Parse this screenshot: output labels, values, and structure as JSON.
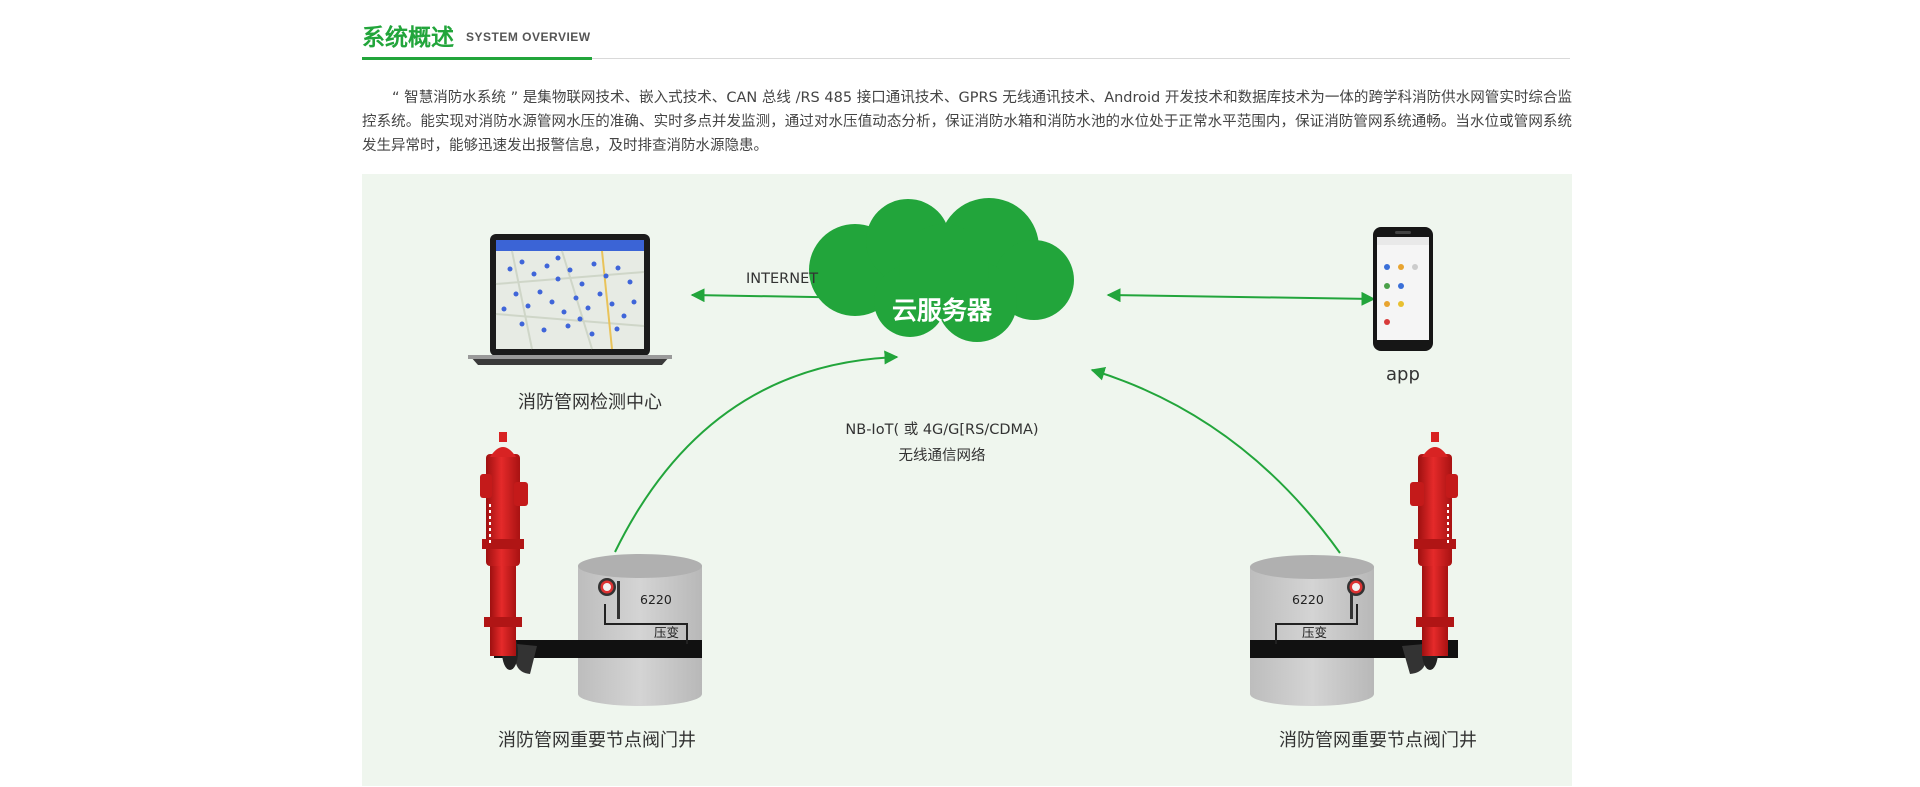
{
  "header": {
    "title": "系统概述",
    "subtitle": "SYSTEM OVERVIEW"
  },
  "intro": {
    "text": "“ 智慧消防水系统 ” 是集物联网技术、嵌入式技术、CAN 总线 /RS 485 接口通讯技术、GPRS 无线通讯技术、Android 开发技术和数据库技术为一体的跨学科消防供水网管实时综合监控系统。能实现对消防水源管网水压的准确、实时多点并发监测，通过对水压值动态分析，保证消防水箱和消防水池的水位处于正常水平范围内，保证消防管网系统通畅。当水位或管网系统发生异常时，能够迅速发出报警信息，及时排查消防水源隐患。"
  },
  "diagram": {
    "cloud_label": "云服务器",
    "internet_label": "INTERNET",
    "monitor_center_label": "消防管网检测中心",
    "app_label": "app",
    "network_line1": "NB-IoT( 或 4G/G[RS/CDMA)",
    "network_line2": "无线通信网络",
    "left_valve": {
      "device_code": "6220",
      "sensor_label": "压变",
      "caption": "消防管网重要节点阀门井"
    },
    "right_valve": {
      "device_code": "6220",
      "sensor_label": "压变",
      "caption": "消防管网重要节点阀门井"
    },
    "colors": {
      "accent_green": "#22a53b",
      "panel_bg": "#eff6ee",
      "hydrant_red": "#d41f1f",
      "pipe_black": "#111111",
      "tank_gray": "#c9c9c9"
    }
  }
}
